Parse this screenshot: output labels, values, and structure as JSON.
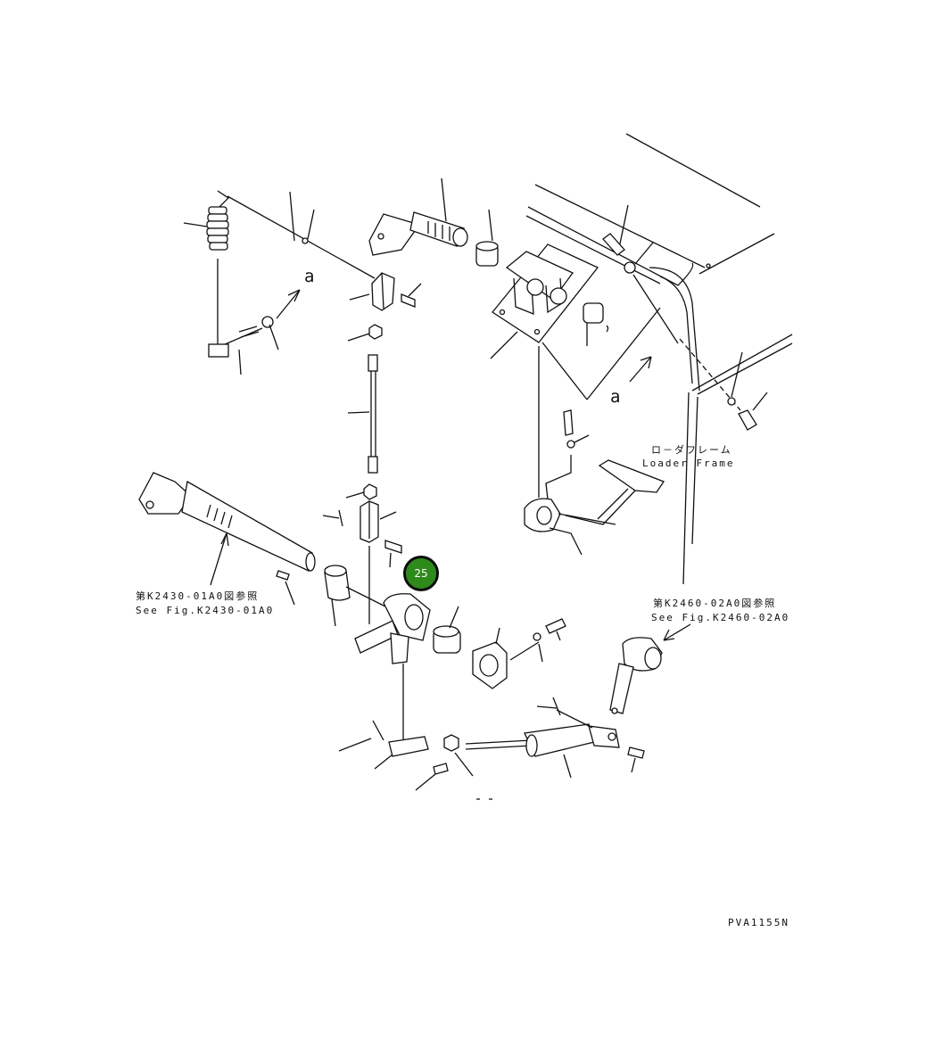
{
  "labels": {
    "a_upper": "a",
    "a_right": "a",
    "loader_frame_jp": "ロ－ダフレーム",
    "loader_frame_en": "Loader Frame",
    "ref_left_jp": "第K2430-01A0図参照",
    "ref_left_en": "See Fig.K2430-01A0",
    "ref_right_jp": "第K2460-02A0図参照",
    "ref_right_en": "See Fig.K2460-02A0",
    "drawing_code": "PVA1155N"
  },
  "hotspot": {
    "label": "25",
    "color": "#2f8a1c"
  }
}
